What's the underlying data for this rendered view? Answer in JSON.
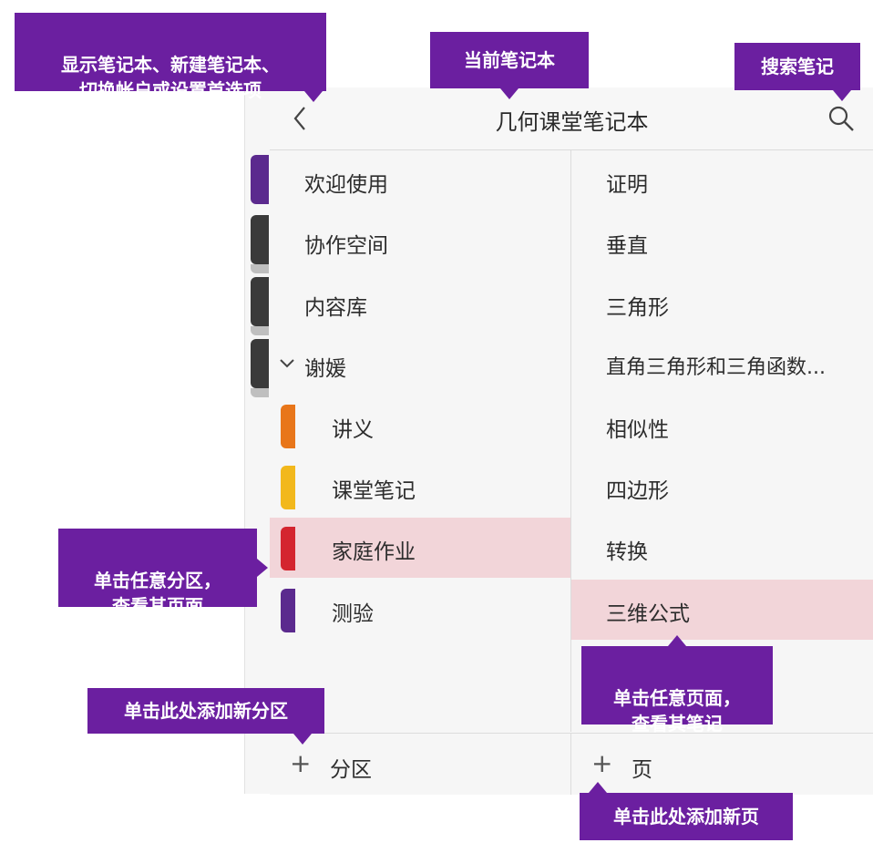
{
  "header": {
    "title": "几何课堂笔记本"
  },
  "notebook_tabs": [
    {
      "color": "#5b2a8e"
    },
    {
      "color": "#3a3a3a"
    },
    {
      "color": "#3a3a3a"
    },
    {
      "color": "#3a3a3a"
    }
  ],
  "sections": {
    "items": [
      {
        "label": "欢迎使用"
      },
      {
        "label": "协作空间"
      },
      {
        "label": "内容库"
      },
      {
        "label": "谢媛"
      },
      {
        "label": "讲义",
        "color": "#e8761a"
      },
      {
        "label": "课堂笔记",
        "color": "#f2b81c"
      },
      {
        "label": "家庭作业",
        "color": "#d4252f"
      },
      {
        "label": "测验",
        "color": "#5b2a8e"
      }
    ],
    "add_label": "分区",
    "add_icon": "plus-icon"
  },
  "pages": {
    "items": [
      {
        "label": "证明"
      },
      {
        "label": "垂直"
      },
      {
        "label": "三角形"
      },
      {
        "label": "直角三角形和三角函数..."
      },
      {
        "label": "相似性"
      },
      {
        "label": "四边形"
      },
      {
        "label": "转换"
      },
      {
        "label": "三维公式"
      }
    ],
    "add_label": "页",
    "add_icon": "plus-icon"
  },
  "selection": {
    "selected_color": "#f2d5d9"
  },
  "callouts": {
    "notebooks": "显示笔记本、新建笔记本、\n切换帐户或设置首选项",
    "current_notebook": "当前笔记本",
    "search": "搜索笔记",
    "section_select": "单击任意分区，\n查看其页面",
    "page_select": "单击任意页面，\n查看其笔记",
    "add_section": "单击此处添加新分区",
    "add_page": "单击此处添加新页"
  },
  "colors": {
    "callout": "#6b1fa0"
  }
}
